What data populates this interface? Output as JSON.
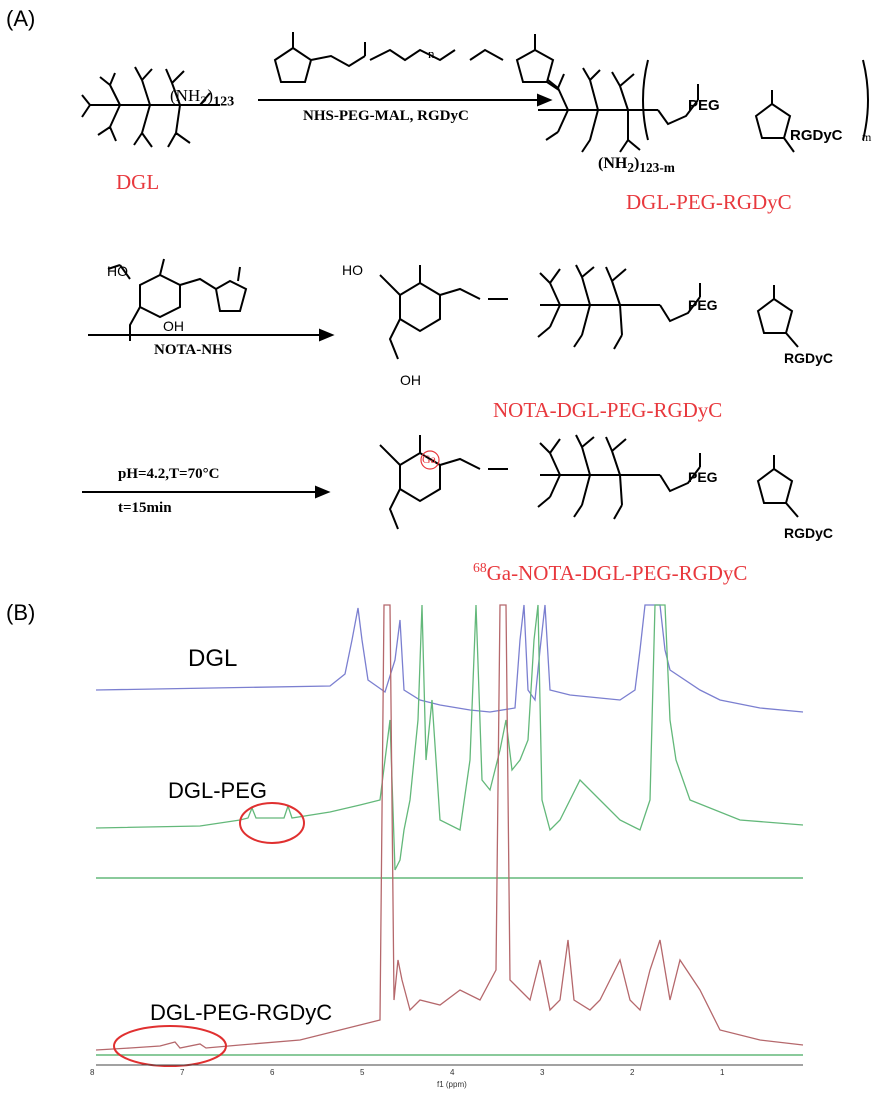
{
  "panel_a": {
    "label": "(A)",
    "step1_reagents": "NHS-PEG-MAL,  RGDyC",
    "step2_reagents": "NOTA-NHS",
    "step3_line1": "pH=4.2,T=70°C",
    "step3_line2": "t=15min",
    "names": {
      "dgl": "DGL",
      "dgl_peg_rgdyc": "DGL-PEG-RGDyC",
      "nota_dgl": "NOTA-DGL-PEG-RGDyC",
      "ga_prefix": "68",
      "ga_rest": "Ga-NOTA-DGL-PEG-RGDyC"
    },
    "chem": {
      "nh2": "NH",
      "nh2_sub": "2",
      "count123": "123",
      "count123m": "123-m",
      "n": "n",
      "m": "m",
      "peg": "PEG",
      "rgdyc": "RGDyC",
      "o": "O",
      "n_atom": "N",
      "h": "H",
      "ho": "HO",
      "oh": "OH",
      "ga": "Ga"
    }
  },
  "panel_b": {
    "label": "(B)",
    "spectra": [
      {
        "name": "DGL",
        "color": "#7b7fd0"
      },
      {
        "name": "DGL-PEG",
        "color": "#63b87a"
      },
      {
        "name": "DGL-PEG-RGDyC",
        "color": "#b5686c"
      }
    ],
    "highlight_color": "#e03030",
    "x_axis": {
      "title": "f1 (ppm)",
      "ticks": [
        "8",
        "7",
        "6",
        "5",
        "4",
        "3",
        "2",
        "1"
      ]
    }
  }
}
